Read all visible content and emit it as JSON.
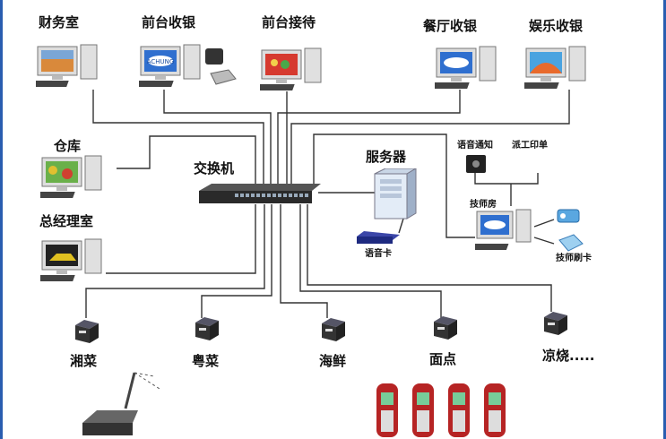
{
  "nodes": {
    "finance": "财务室",
    "front_cashier": "前台收银",
    "front_reception": "前台接待",
    "restaurant_cashier": "餐厅收银",
    "entertainment_cashier": "娱乐收银",
    "warehouse": "仓库",
    "gm_office": "总经理室",
    "switch": "交换机",
    "server": "服务器",
    "voice_card": "语音卡",
    "voice_notify": "语音通知",
    "dispatch_print": "派工印单",
    "technician_room": "技师房",
    "technician_card": "技师刷卡"
  },
  "printers": {
    "hunan": "湘菜",
    "cantonese": "粤菜",
    "seafood": "海鲜",
    "noodles": "面点",
    "cold_dishes": "凉烧....."
  },
  "logo_text": "ACHUNG",
  "colors": {
    "edge": "#2a5db0",
    "line": "#333333"
  }
}
